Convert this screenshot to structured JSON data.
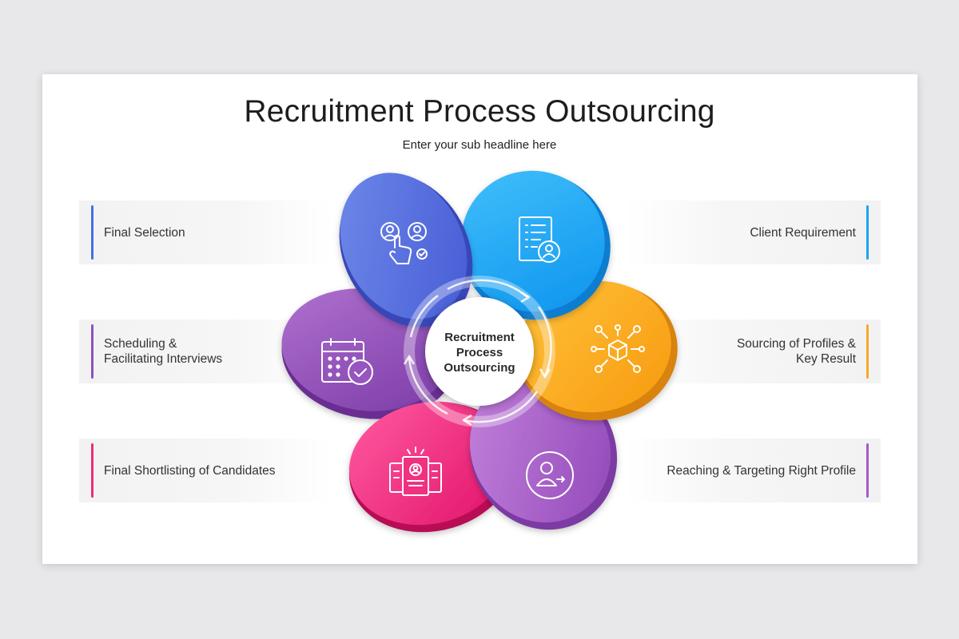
{
  "title": "Recruitment Process Outsourcing",
  "subtitle": "Enter your sub headline here",
  "center": {
    "lines": [
      "Recruitment",
      "Process",
      "Outsourcing"
    ]
  },
  "colors": {
    "blue_violet": "#5c6fe0",
    "sky_blue": "#1aa8f5",
    "orange": "#fbac1f",
    "violet": "#a55bc7",
    "pink": "#ef2f80",
    "purple": "#8c4fb3"
  },
  "labels": {
    "final_selection": {
      "lines": [
        "Final Selection"
      ]
    },
    "scheduling": {
      "lines": [
        "Scheduling &",
        "Facilitating Interviews"
      ]
    },
    "shortlisting": {
      "lines": [
        "Final Shortlisting of Candidates"
      ]
    },
    "client_requirement": {
      "lines": [
        "Client Requirement"
      ]
    },
    "sourcing": {
      "lines": [
        "Sourcing of Profiles &",
        "Key Result"
      ]
    },
    "reaching": {
      "lines": [
        "Reaching & Targeting Right Profile"
      ]
    }
  },
  "icons": {
    "final_selection": "user-select-icon",
    "client_requirement": "requirement-list-icon",
    "sourcing": "network-box-icon",
    "reaching": "user-arrow-icon",
    "shortlisting": "candidate-cards-icon",
    "scheduling": "calendar-check-icon"
  }
}
